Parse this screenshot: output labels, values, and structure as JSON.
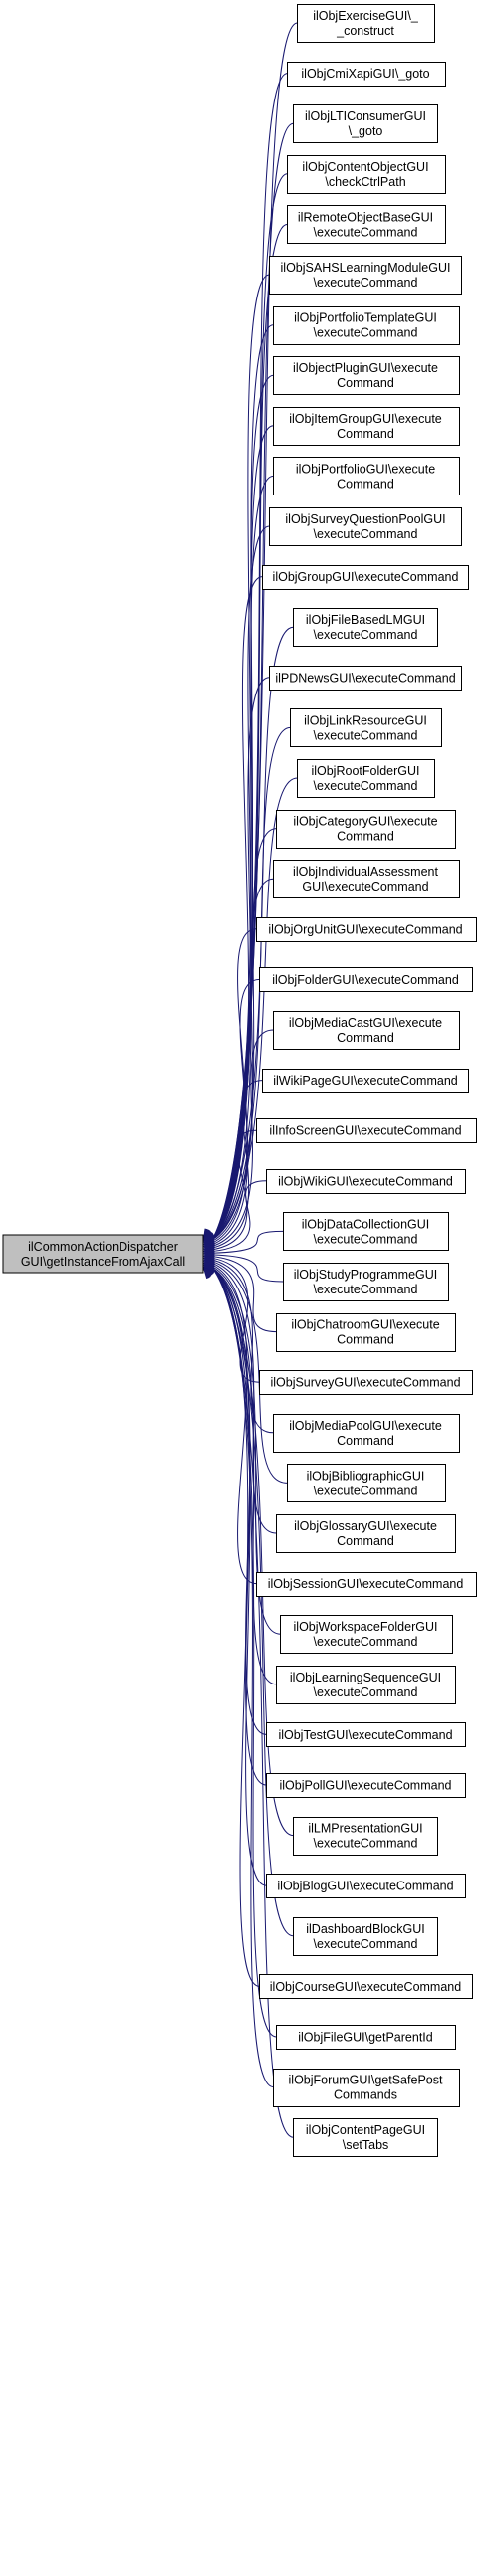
{
  "graph": {
    "title": "",
    "focus": {
      "lines": [
        "ilCommonActionDispatcher",
        "GUI\\getInstanceFromAjaxCall"
      ]
    },
    "callers": [
      {
        "lines": [
          "ilObjExerciseGUI\\_",
          "_construct"
        ]
      },
      {
        "lines": [
          "ilObjCmiXapiGUI\\_goto"
        ]
      },
      {
        "lines": [
          "ilObjLTIConsumerGUI",
          "\\_goto"
        ]
      },
      {
        "lines": [
          "ilObjContentObjectGUI",
          "\\checkCtrlPath"
        ]
      },
      {
        "lines": [
          "ilRemoteObjectBaseGUI",
          "\\executeCommand"
        ]
      },
      {
        "lines": [
          "ilObjSAHSLearningModuleGUI",
          "\\executeCommand"
        ]
      },
      {
        "lines": [
          "ilObjPortfolioTemplateGUI",
          "\\executeCommand"
        ]
      },
      {
        "lines": [
          "ilObjectPluginGUI\\execute",
          "Command"
        ]
      },
      {
        "lines": [
          "ilObjItemGroupGUI\\execute",
          "Command"
        ]
      },
      {
        "lines": [
          "ilObjPortfolioGUI\\execute",
          "Command"
        ]
      },
      {
        "lines": [
          "ilObjSurveyQuestionPoolGUI",
          "\\executeCommand"
        ]
      },
      {
        "lines": [
          "ilObjGroupGUI\\executeCommand"
        ]
      },
      {
        "lines": [
          "ilObjFileBasedLMGUI",
          "\\executeCommand"
        ]
      },
      {
        "lines": [
          "ilPDNewsGUI\\executeCommand"
        ]
      },
      {
        "lines": [
          "ilObjLinkResourceGUI",
          "\\executeCommand"
        ]
      },
      {
        "lines": [
          "ilObjRootFolderGUI",
          "\\executeCommand"
        ]
      },
      {
        "lines": [
          "ilObjCategoryGUI\\execute",
          "Command"
        ]
      },
      {
        "lines": [
          "ilObjIndividualAssessment",
          "GUI\\executeCommand"
        ]
      },
      {
        "lines": [
          "ilObjOrgUnitGUI\\executeCommand"
        ]
      },
      {
        "lines": [
          "ilObjFolderGUI\\executeCommand"
        ]
      },
      {
        "lines": [
          "ilObjMediaCastGUI\\execute",
          "Command"
        ]
      },
      {
        "lines": [
          "ilWikiPageGUI\\executeCommand"
        ]
      },
      {
        "lines": [
          "ilInfoScreenGUI\\executeCommand"
        ]
      },
      {
        "lines": [
          "ilObjWikiGUI\\executeCommand"
        ]
      },
      {
        "lines": [
          "ilObjDataCollectionGUI",
          "\\executeCommand"
        ]
      },
      {
        "lines": [
          "ilObjStudyProgrammeGUI",
          "\\executeCommand"
        ]
      },
      {
        "lines": [
          "ilObjChatroomGUI\\execute",
          "Command"
        ]
      },
      {
        "lines": [
          "ilObjSurveyGUI\\executeCommand"
        ]
      },
      {
        "lines": [
          "ilObjMediaPoolGUI\\execute",
          "Command"
        ]
      },
      {
        "lines": [
          "ilObjBibliographicGUI",
          "\\executeCommand"
        ]
      },
      {
        "lines": [
          "ilObjGlossaryGUI\\execute",
          "Command"
        ]
      },
      {
        "lines": [
          "ilObjSessionGUI\\executeCommand"
        ]
      },
      {
        "lines": [
          "ilObjWorkspaceFolderGUI",
          "\\executeCommand"
        ]
      },
      {
        "lines": [
          "ilObjLearningSequenceGUI",
          "\\executeCommand"
        ]
      },
      {
        "lines": [
          "ilObjTestGUI\\executeCommand"
        ]
      },
      {
        "lines": [
          "ilObjPollGUI\\executeCommand"
        ]
      },
      {
        "lines": [
          "ilLMPresentationGUI",
          "\\executeCommand"
        ]
      },
      {
        "lines": [
          "ilObjBlogGUI\\executeCommand"
        ]
      },
      {
        "lines": [
          "ilDashboardBlockGUI",
          "\\executeCommand"
        ]
      },
      {
        "lines": [
          "ilObjCourseGUI\\executeCommand"
        ]
      },
      {
        "lines": [
          "ilObjFileGUI\\getParentId"
        ]
      },
      {
        "lines": [
          "ilObjForumGUI\\getSafePost",
          "Commands"
        ]
      },
      {
        "lines": [
          "ilObjContentPageGUI",
          "\\setTabs"
        ]
      }
    ],
    "colors": {
      "edge": "#191970",
      "focus_fill": "#bfbfbf",
      "node_fill": "#ffffff",
      "node_stroke": "#000000"
    }
  }
}
